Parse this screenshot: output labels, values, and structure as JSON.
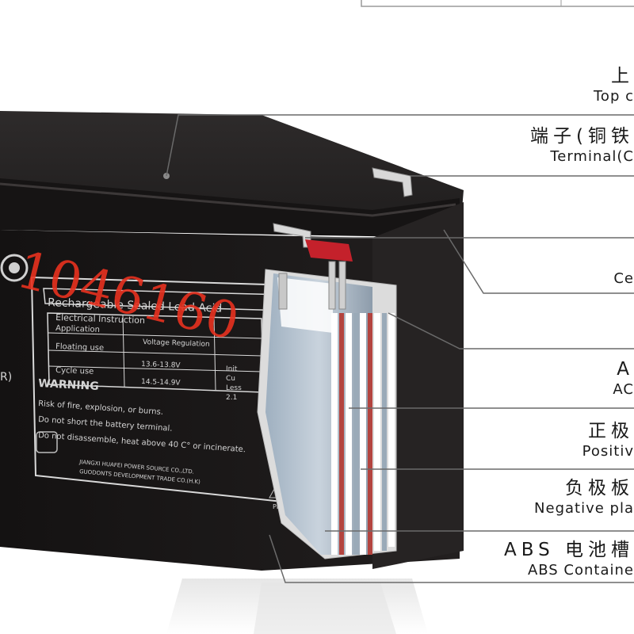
{
  "image": {
    "subject": "battery cutaway",
    "watermark": "1046160"
  },
  "battery_label": {
    "title": "Rechargeable Sealed Lead Acid",
    "spec_header": "Electrical Instruction",
    "rows": [
      {
        "application": "Application",
        "voltage": "Voltage Regulation"
      },
      {
        "application": "Floating use",
        "voltage": "13.6-13.8V"
      },
      {
        "application": "Cycle use",
        "voltage": "14.5-14.9V"
      }
    ],
    "extra_col": [
      "Init",
      "Cu",
      "Less",
      "2.1"
    ],
    "warning": "WARNING",
    "warnings": [
      "Risk of fire, explosion, or burns.",
      "Do not short the battery terminal.",
      "Do not disassemble, heat above 40 C° or incinerate."
    ],
    "maker_1": "JIANGXI HUAFEI POWER SOURCE CO.,LTD.",
    "maker_2": "GUODONTS DEVELOPMENT TRADE CO.(H.K)",
    "side_mark": "R)",
    "pb_mark": "Pb"
  },
  "callouts": [
    {
      "zh": "上",
      "en": "Top c"
    },
    {
      "zh": "端子(铜铁",
      "en": "Terminal(C"
    },
    {
      "zh": "",
      "en": "Ce"
    },
    {
      "zh": "A",
      "en": "AC"
    },
    {
      "zh": "正极",
      "en": "Positiv"
    },
    {
      "zh": "负极板",
      "en": "Negative pla"
    },
    {
      "zh": "ABS 电池槽",
      "en": "ABS Containe"
    }
  ],
  "colors": {
    "case": "#1c1a1a",
    "case_top": "#2a2727",
    "plate_positive": "#b3443f",
    "separator": "#f2f2f2",
    "watermark": "#e8311f",
    "leader": "#6a6a6a"
  }
}
